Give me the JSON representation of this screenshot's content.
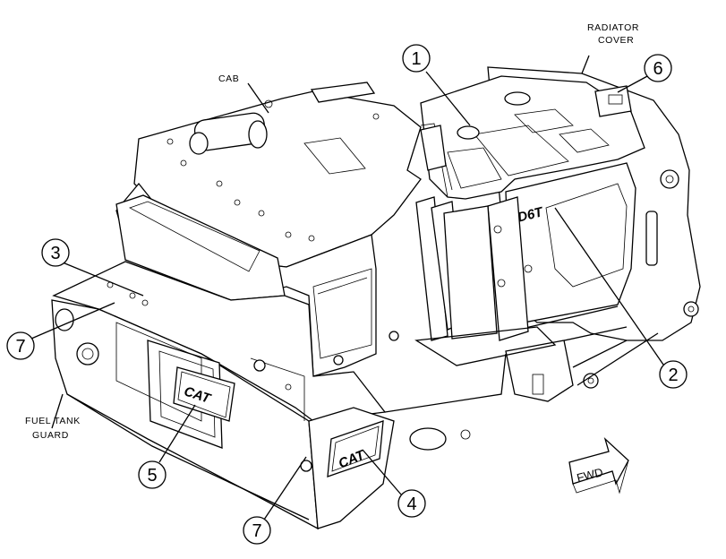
{
  "labels": {
    "cab": "CAB",
    "radiator_line1": "RADIATOR",
    "radiator_line2": "COVER",
    "fuel_line1": "FUEL TANK",
    "fuel_line2": "GUARD"
  },
  "stencils": {
    "model": "D6T",
    "brand_front": "CAT",
    "brand_rear": "CAT",
    "direction": "FWD"
  },
  "callouts": [
    "1",
    "2",
    "3",
    "4",
    "5",
    "6",
    "7",
    "7"
  ]
}
